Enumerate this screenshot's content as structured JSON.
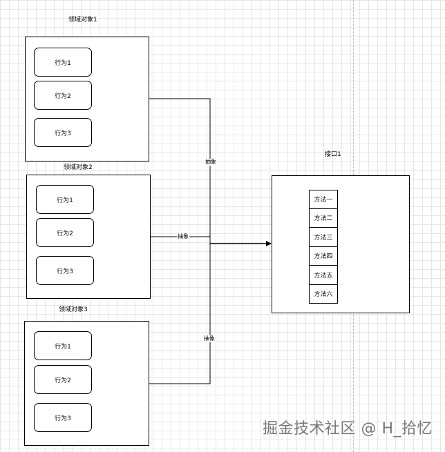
{
  "groups": [
    {
      "label": "领域对象1",
      "behaviors": [
        "行为1",
        "行为2",
        "行为3"
      ]
    },
    {
      "label": "领域对象2",
      "behaviors": [
        "行为1",
        "行为2",
        "行为3"
      ]
    },
    {
      "label": "领域对象3",
      "behaviors": [
        "行为1",
        "行为2",
        "行为3"
      ]
    }
  ],
  "interface": {
    "label": "接口1",
    "methods": [
      "方法一",
      "方法二",
      "方法三",
      "方法四",
      "方法五",
      "方法六"
    ]
  },
  "edge_labels": [
    "抽象",
    "抽象",
    "抽象"
  ],
  "watermark": "掘金技术社区 @ H_拾忆"
}
